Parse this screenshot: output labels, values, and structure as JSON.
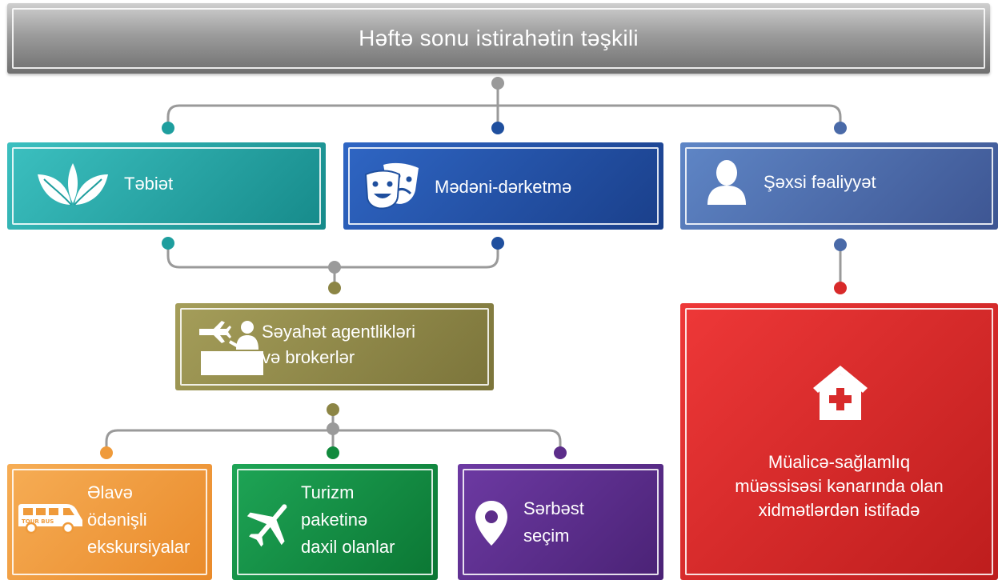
{
  "title": "Həftə sonu istirahətin təşkili",
  "categories": {
    "nature": {
      "label": "Təbiət",
      "icon": "leaves-icon",
      "color": "#1e9e9e"
    },
    "cultural": {
      "label": "Mədəni-dərketmə",
      "icon": "theater-masks-icon",
      "color": "#1f4f9e"
    },
    "personal": {
      "label": "Şəxsi fəaliyyət",
      "icon": "person-icon",
      "color": "#4a6aa8"
    }
  },
  "agencies": {
    "line1": "Səyahət agentlikləri",
    "line2": "və brokerlər",
    "icon": "travel-desk-icon",
    "color": "#8c8545"
  },
  "options": {
    "excursions": {
      "line1": "Əlavə",
      "line2": "ödənişli",
      "line3": "ekskursiyalar",
      "icon": "tour-bus-icon",
      "color": "#ef9a3a"
    },
    "package": {
      "line1": "Turizm",
      "line2": "paketinə",
      "line3": "daxil olanlar",
      "icon": "airplane-icon",
      "color": "#118a3d"
    },
    "free_choice": {
      "line1": "Sərbəst",
      "line2": "seçim",
      "icon": "map-pin-icon",
      "color": "#5c2d8a"
    }
  },
  "health": {
    "line1": "Müalicə-sağlamlıq",
    "line2": "müəssisəsi kənarında olan",
    "line3": "xidmətlərdən istifadə",
    "icon": "hospital-icon",
    "color": "#d82a2a"
  },
  "bus_label": "TOUR BUS"
}
